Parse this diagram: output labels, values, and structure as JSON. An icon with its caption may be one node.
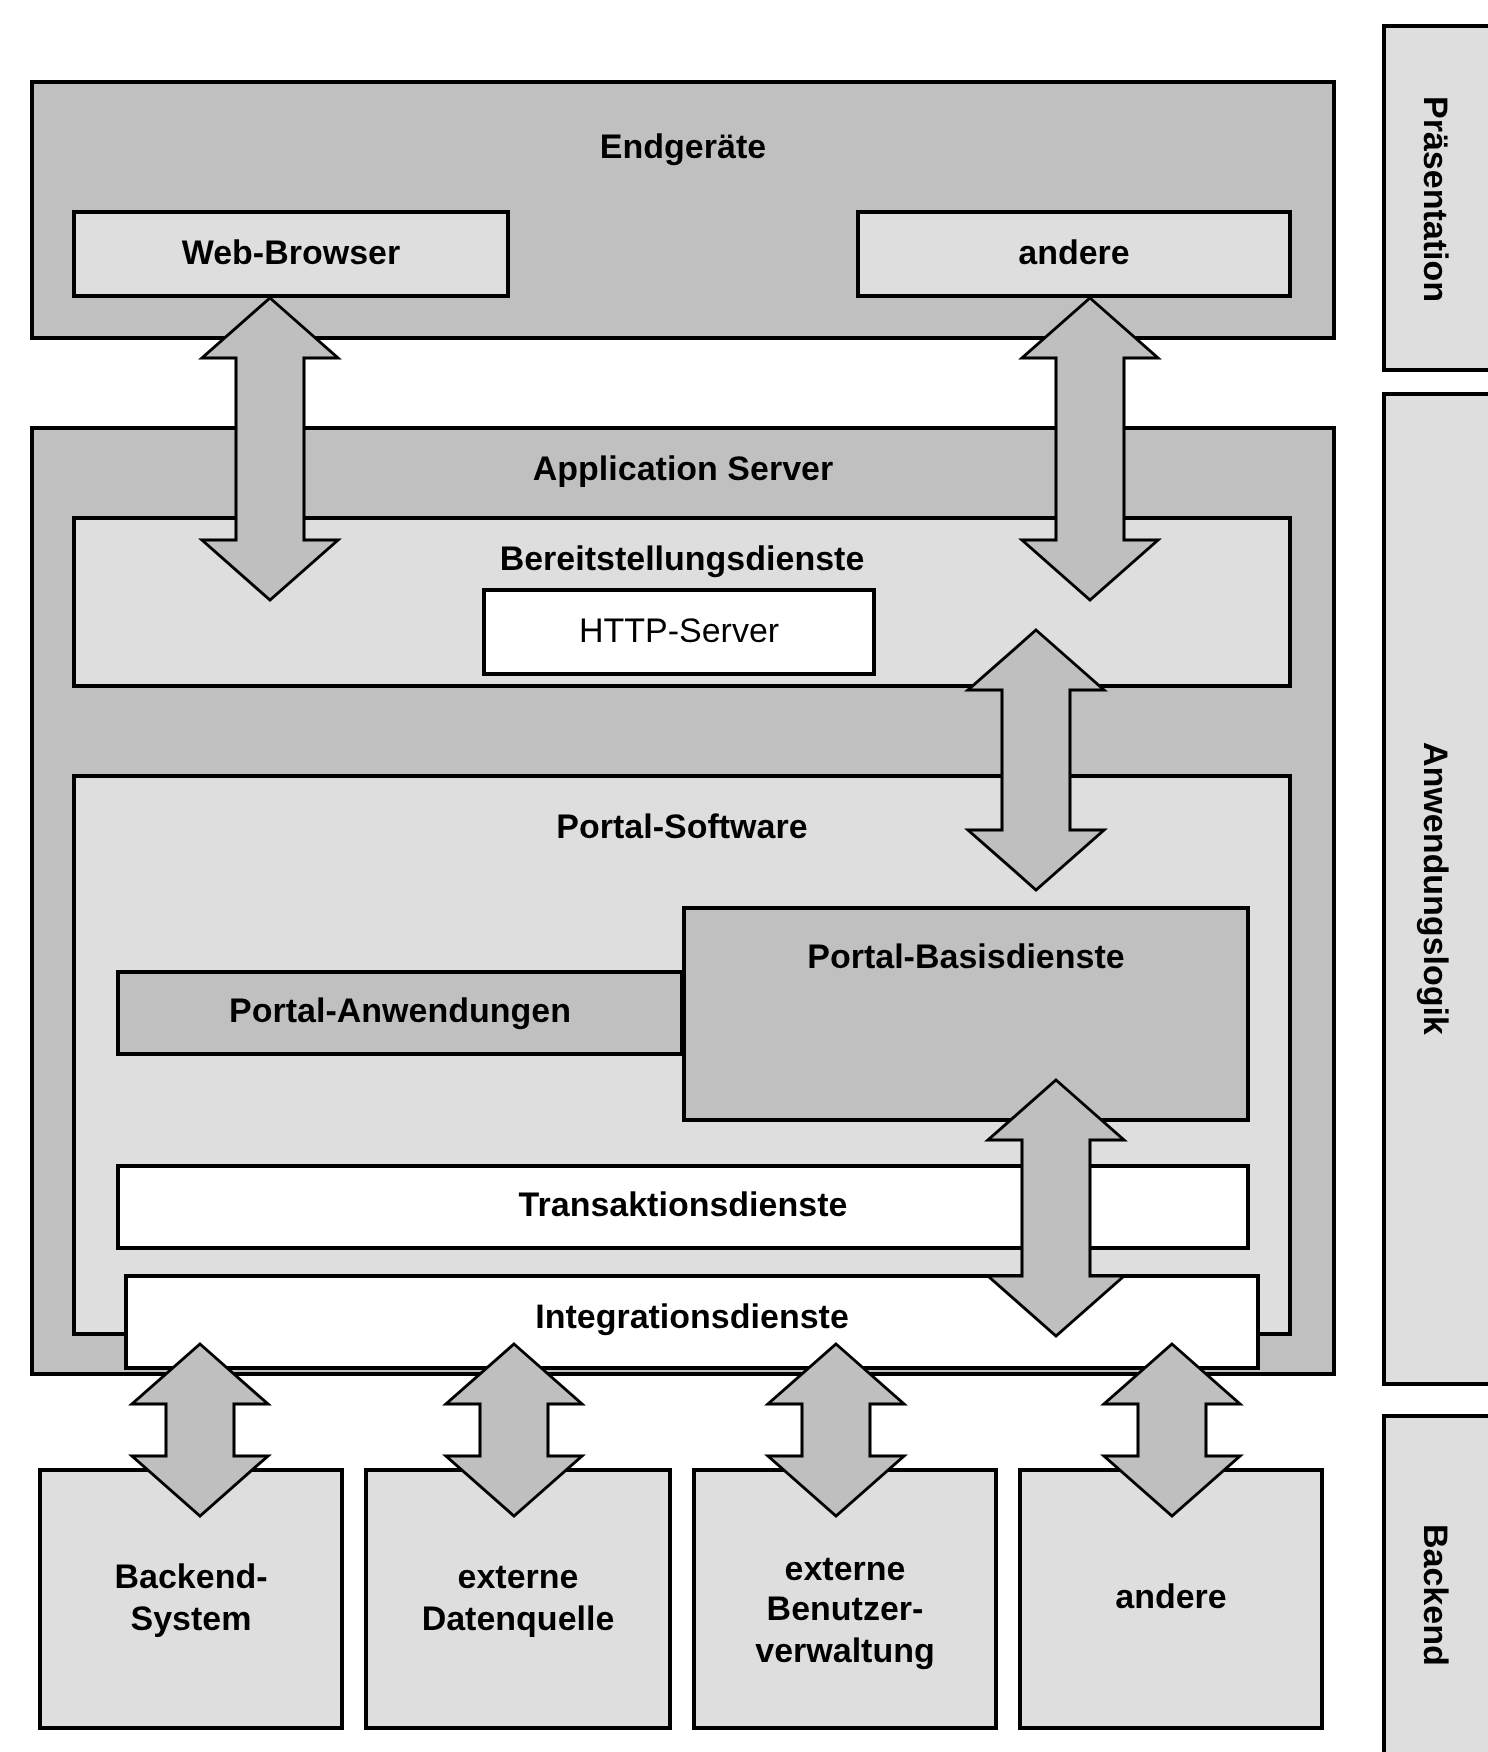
{
  "diagram": {
    "nodes": [
      {
        "text": [
          "Endgeräte"
        ]
      },
      {
        "text": [
          "Web-Browser"
        ],
        "in": 0
      },
      {
        "text": [
          "andere"
        ],
        "in": 0
      },
      {
        "text": [
          "Application Server"
        ]
      },
      {
        "text": [
          "Bereitstellungsdienste"
        ],
        "in": 3
      },
      {
        "text": [
          "HTTP-Server"
        ],
        "in": 4
      },
      {
        "text": [
          "Portal-Software"
        ],
        "in": 3
      },
      {
        "text": [
          "Portal-Anwendungen"
        ],
        "in": 6
      },
      {
        "text": [
          "Portal-Basisdienste"
        ],
        "in": 6
      },
      {
        "text": [
          "Transaktionsdienste"
        ],
        "in": 6
      },
      {
        "text": [
          "Integrationsdienste"
        ],
        "in": 3
      },
      {
        "text": [
          "Backend- System"
        ]
      },
      {
        "text": [
          "externe Datenquelle"
        ]
      },
      {
        "text": [
          "externe Benutzer- verwaltung"
        ]
      },
      {
        "text": [
          "andere"
        ]
      },
      {
        "text": [
          "Präsentation"
        ]
      },
      {
        "text": [
          "Anwendungslogik"
        ]
      },
      {
        "text": [
          "Backend"
        ]
      }
    ],
    "edges": [
      {
        "from": 1,
        "to": 4,
        "arrow": "both"
      },
      {
        "from": 2,
        "to": 4,
        "arrow": "both"
      },
      {
        "from": 4,
        "to": 8,
        "arrow": "both"
      },
      {
        "from": 8,
        "to": 10,
        "arrow": "both"
      },
      {
        "from": 10,
        "to": 11,
        "arrow": "both"
      },
      {
        "from": 10,
        "to": 12,
        "arrow": "both"
      },
      {
        "from": 10,
        "to": 13,
        "arrow": "both"
      },
      {
        "from": 10,
        "to": 14,
        "arrow": "both"
      }
    ]
  }
}
